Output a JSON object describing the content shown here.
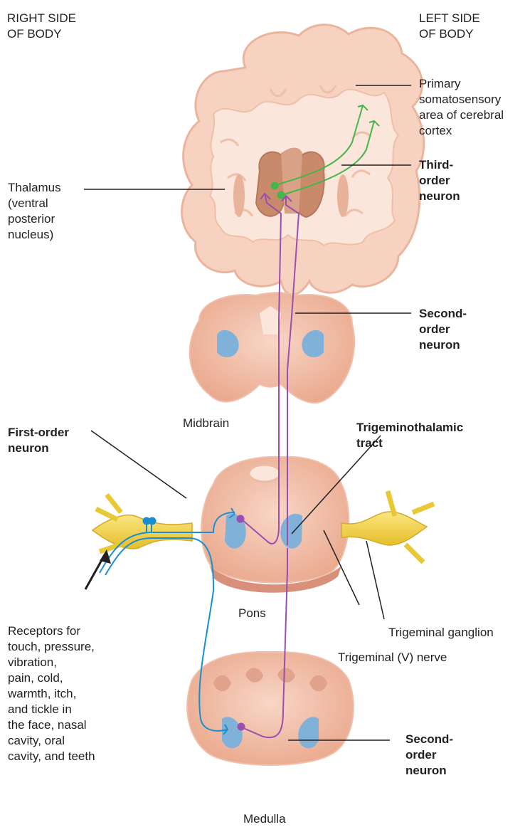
{
  "labels": {
    "right_side": "RIGHT SIDE\nOF BODY",
    "left_side": "LEFT SIDE\nOF BODY",
    "primary_somatosensory": "Primary\nsomatosensory\narea of cerebral\ncortex",
    "thalamus": "Thalamus\n(ventral\nposterior\nnucleus)",
    "third_order": "Third-\norder\nneuron",
    "second_order_top": "Second-\norder\nneuron",
    "midbrain": "Midbrain",
    "first_order": "First-order\nneuron",
    "trigeminothalamic": "Trigeminothalamic\ntract",
    "pons": "Pons",
    "trigeminal_ganglion": "Trigeminal ganglion",
    "trigeminal_nerve": "Trigeminal (V) nerve",
    "receptors": "Receptors for\ntouch, pressure,\nvibration,\npain, cold,\nwarmth, itch,\nand tickle in\nthe face, nasal\ncavity, oral\ncavity, and teeth",
    "second_order_bottom": "Second-\norder\nneuron",
    "medulla": "Medulla"
  },
  "colors": {
    "tissue": "#f4c7b2",
    "tissue_dark": "#e7a98f",
    "tissue_outline": "#f7d8c8",
    "nucleus_blue": "#7fb1d9",
    "thalamus": "#c98a6c",
    "ganglion": "#f2d54a",
    "first_order": "#1a8fd0",
    "second_order": "#9a4fb0",
    "third_order": "#45b649",
    "leader": "#231f20"
  }
}
